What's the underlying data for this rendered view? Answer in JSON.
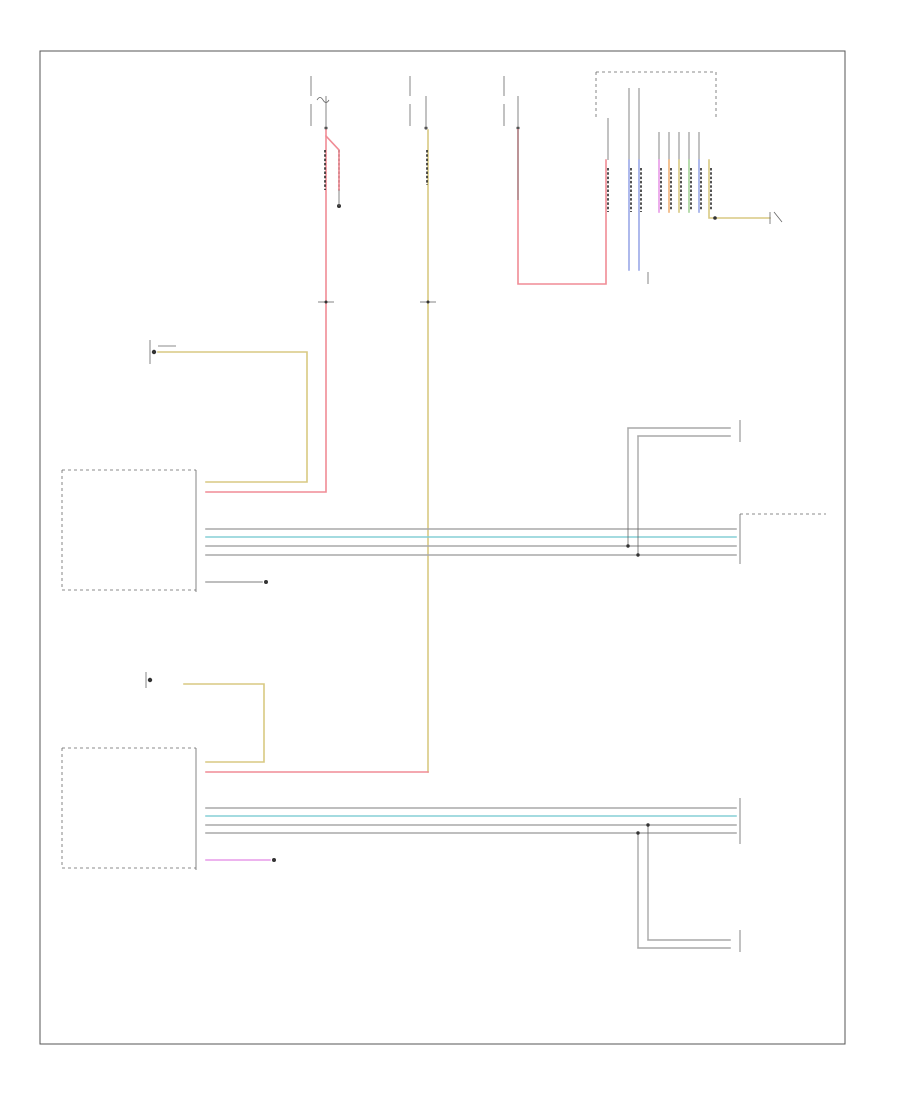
{
  "frame": {
    "page_label": ""
  },
  "colors": {
    "red": "#f08c95",
    "yellow": "#d8c982",
    "blue": "#9aa8e8",
    "cyan": "#85cfd6",
    "grey": "#a8a8a8",
    "pink": "#e79ae8",
    "orange": "#f0b27a",
    "green": "#a6d39a",
    "black": "#2a2a2a",
    "frame": "#555555"
  },
  "diagram": {
    "fuses": [
      {
        "name": "fuse-red",
        "lines": []
      },
      {
        "name": "fuse-yellow",
        "lines": []
      },
      {
        "name": "fuse-white",
        "lines": []
      }
    ],
    "top_connector": {
      "label": ""
    },
    "distribution_label": {
      "lines": []
    },
    "splices": [
      {
        "label": ""
      },
      {
        "label": ""
      }
    ],
    "ground_label": "",
    "right_module_label": {
      "lines": []
    },
    "right_component": {
      "wire_label": "",
      "label_lines": []
    },
    "rear_modules": [
      {
        "name": "right-rear-module",
        "lines": []
      },
      {
        "name": "left-rear-module",
        "lines": []
      }
    ],
    "power_sources": [
      {
        "name": "right-power-source",
        "lines": [],
        "wire_label": ""
      },
      {
        "name": "left-power-source",
        "lines": [],
        "wire_label": ""
      }
    ],
    "control_units": [
      {
        "name": "right-control-unit",
        "pins_top": [
          "",
          "",
          ""
        ],
        "top_labels": [
          "",
          "",
          ""
        ],
        "wire_labels_top": [
          "",
          ""
        ],
        "pins_bus": [
          "",
          "",
          "",
          ""
        ],
        "bus_labels": [
          "",
          "",
          "",
          ""
        ],
        "pins_bottom": [
          "",
          ""
        ],
        "bottom_labels": [
          "",
          ""
        ],
        "wire_label_bottom": "",
        "note": "",
        "title_lines": []
      },
      {
        "name": "left-control-unit",
        "pins_top": [
          "",
          "",
          ""
        ],
        "top_labels": [
          "",
          "",
          ""
        ],
        "wire_labels_top": [
          "",
          ""
        ],
        "pins_bus": [
          "",
          "",
          "",
          ""
        ],
        "bus_labels": [
          "",
          "",
          "",
          ""
        ],
        "pins_bottom": [
          "",
          ""
        ],
        "bottom_labels": [
          "",
          ""
        ],
        "wire_label_bottom": "",
        "note": "",
        "title_lines": []
      }
    ],
    "bus_wire_labels": [
      [
        "",
        "",
        "",
        ""
      ],
      [
        "",
        "",
        "",
        ""
      ]
    ],
    "bus_end_labels": [
      [
        "",
        "",
        "",
        ""
      ],
      [
        "",
        "",
        "",
        ""
      ]
    ],
    "branches": [
      {
        "name": "right-branch",
        "wire_labels": [
          "",
          ""
        ],
        "end_labels": [
          "",
          ""
        ],
        "title_lines": []
      },
      {
        "name": "left-branch",
        "wire_labels": [
          "",
          ""
        ],
        "end_labels": [
          "",
          ""
        ],
        "title_lines": []
      }
    ]
  }
}
